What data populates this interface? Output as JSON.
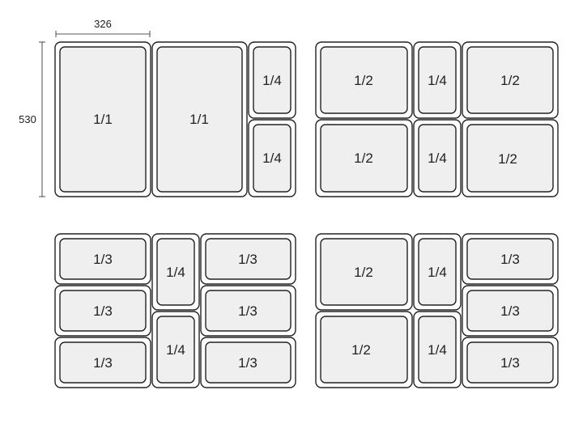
{
  "dimensions": {
    "width_label": "326",
    "height_label": "530"
  },
  "colors": {
    "pan_fill": "#efefef",
    "outline": "#222222",
    "background": "#ffffff"
  },
  "layouts": [
    {
      "name": "layout-1-1-1-1-1-4-1-4",
      "pans": [
        "1/1",
        "1/1",
        "1/4",
        "1/4"
      ]
    },
    {
      "name": "layout-1-2-1-4-1-2",
      "pans": [
        "1/2",
        "1/4",
        "1/2",
        "1/2",
        "1/4",
        "1/2"
      ]
    },
    {
      "name": "layout-1-3-1-4-1-3",
      "pans": [
        "1/3",
        "1/4",
        "1/3",
        "1/3",
        "1/3",
        "1/3",
        "1/4",
        "1/3"
      ]
    },
    {
      "name": "layout-1-2-1-4-1-3",
      "pans": [
        "1/2",
        "1/4",
        "1/3",
        "1/3",
        "1/2",
        "1/4",
        "1/3"
      ]
    }
  ]
}
